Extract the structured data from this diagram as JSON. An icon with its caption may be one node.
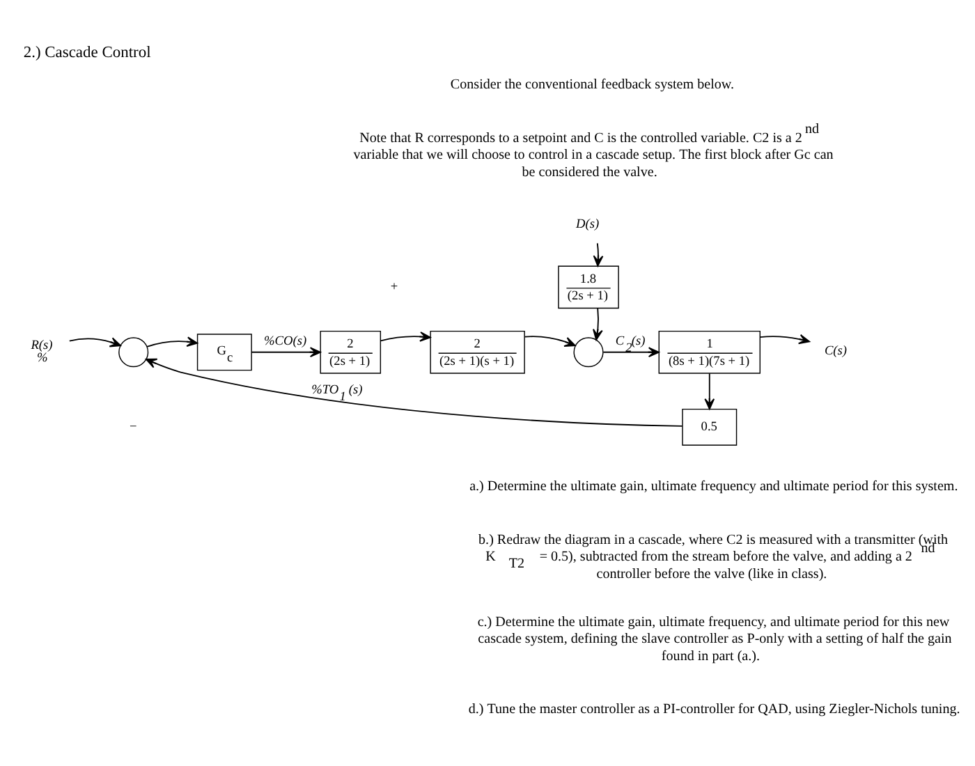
{
  "diagram": {
    "title": "2.) Cascade Control",
    "nodes": [
      {
        "text": [
          "R(s)"
        ],
        "beside": [
          "%"
        ]
      },
      {
        "text": [],
        "shape": "circle"
      },
      {
        "text": [
          "G$_{c}$"
        ]
      },
      {
        "text": [
          "2",
          "(2s + 1)"
        ]
      },
      {
        "text": [
          "2",
          "(2s + 1)(s + 1)"
        ]
      },
      {
        "text": [
          "D(s)"
        ]
      },
      {
        "text": [
          "1.8",
          "(2s + 1)"
        ]
      },
      {
        "text": [],
        "shape": "circle"
      },
      {
        "text": [
          "1",
          "(8s + 1)(7s + 1)"
        ]
      },
      {
        "text": [
          "C(s)"
        ]
      },
      {
        "text": [
          "0.5"
        ]
      }
    ],
    "edges": [
      {
        "from": 0,
        "to": 1,
        "arrow": "to"
      },
      {
        "from": 1,
        "to": 2,
        "arrow": "to"
      },
      {
        "from": 2,
        "to": 3,
        "arrow": "to",
        "label": "%CO(s)"
      },
      {
        "from": 3,
        "to": 4,
        "arrow": "to"
      },
      {
        "from": 4,
        "to": 7,
        "arrow": "to"
      },
      {
        "from": 5,
        "to": 6,
        "arrow": "to"
      },
      {
        "from": 6,
        "to": 7,
        "arrow": "to"
      },
      {
        "from": 7,
        "to": 8,
        "arrow": "to",
        "label": "C$_{2}$(s)"
      },
      {
        "from": 8,
        "to": 9,
        "arrow": "to"
      },
      {
        "from": 8,
        "to": 10,
        "arrow": "to"
      },
      {
        "from": 10,
        "to": 1,
        "arrow": "to",
        "label": "%TO$_{1}$ (s)"
      }
    ],
    "labels": [
      "Consider the conventional feedback system below.",
      "Note that R corresponds to a setpoint and C is the controlled variable. C2 is a 2$^{nd}$ variable that we will choose to control in a cascade setup. The first block after Gc can be considered the valve.",
      "+",
      "−",
      "a.) Determine the ultimate gain, ultimate frequency and ultimate period for this system.",
      "b.) Redraw the diagram in a cascade, where C2 is measured with a transmitter (with K$_{T2}$ = 0.5), subtracted from the stream before the valve, and adding a 2$^{nd}$ controller before the valve (like in class).",
      "c.) Determine the ultimate gain, ultimate frequency, and ultimate period for this new cascade system, defining the slave controller as P-only with a setting of half the gain found in part (a.).",
      "d.) Tune the master controller as a PI-controller for QAD, using Ziegler-Nichols tuning."
    ]
  }
}
